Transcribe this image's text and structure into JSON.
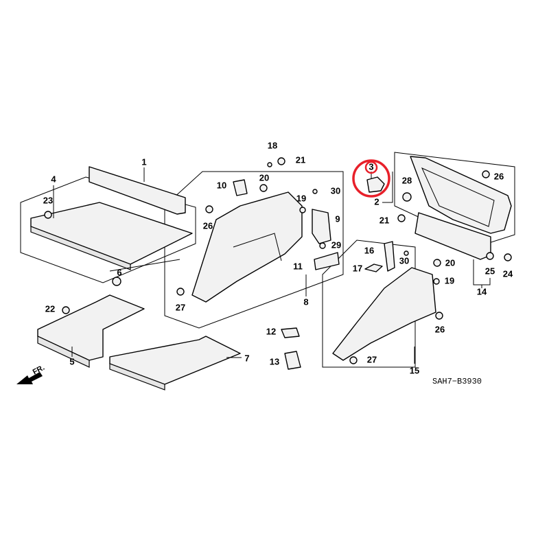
{
  "diagram_code": "SAH7−B3930",
  "front_indicator": "FR.",
  "highlight_color": "#e8202a",
  "highlighted_part": "3",
  "callouts": {
    "c1": "1",
    "c2": "2",
    "c3": "3",
    "c4": "4",
    "c5": "5",
    "c6": "6",
    "c7": "7",
    "c8": "8",
    "c9": "9",
    "c10": "10",
    "c11": "11",
    "c12": "12",
    "c13": "13",
    "c14": "14",
    "c15": "15",
    "c16": "16",
    "c17": "17",
    "c18": "18",
    "c19a": "19",
    "c19b": "19",
    "c20a": "20",
    "c20b": "20",
    "c21a": "21",
    "c21b": "21",
    "c22": "22",
    "c23": "23",
    "c24": "24",
    "c25": "25",
    "c26a": "26",
    "c26b": "26",
    "c26c": "26",
    "c27a": "27",
    "c27b": "27",
    "c28": "28",
    "c29": "29",
    "c30a": "30",
    "c30b": "30"
  }
}
